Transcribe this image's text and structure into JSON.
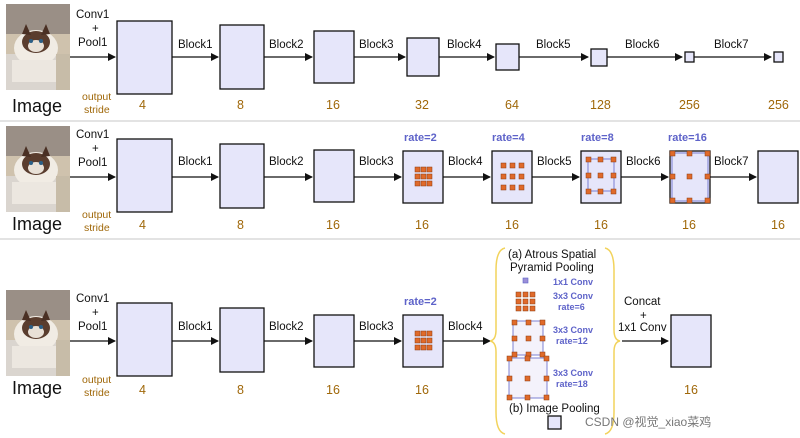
{
  "image_label": "Image",
  "conv1": "Conv1",
  "plus": "+",
  "pool1": "Pool1",
  "output_stride_1": "output",
  "output_stride_2": "stride",
  "block_labels": [
    "Block1",
    "Block2",
    "Block3",
    "Block4",
    "Block5",
    "Block6",
    "Block7"
  ],
  "row1": {
    "strides": [
      "4",
      "8",
      "16",
      "32",
      "64",
      "128",
      "256",
      "256"
    ]
  },
  "row2": {
    "strides": [
      "4",
      "8",
      "16",
      "16",
      "16",
      "16",
      "16",
      "16"
    ],
    "rates": [
      "rate=2",
      "rate=4",
      "rate=8",
      "rate=16"
    ]
  },
  "row3": {
    "strides": [
      "4",
      "8",
      "16",
      "16",
      "16"
    ],
    "rate": "rate=2",
    "aspp_title_1": "(a) Atrous Spatial",
    "aspp_title_2": "Pyramid Pooling",
    "aspp_items": [
      "1x1 Conv",
      "3x3 Conv",
      "rate=6",
      "3x3 Conv",
      "rate=12",
      "3x3 Conv",
      "rate=18"
    ],
    "image_pooling": "(b) Image Pooling",
    "concat_1": "Concat",
    "concat_2": "+",
    "concat_3": "1x1 Conv"
  },
  "watermark": "CSDN @视觉_xiao菜鸡",
  "colors": {
    "box_fill": "#e6e6fa",
    "dot": "#e06a2a",
    "stride_text": "#a0680a",
    "rate_text": "#5e63c9",
    "brace": "#f2d35c"
  }
}
